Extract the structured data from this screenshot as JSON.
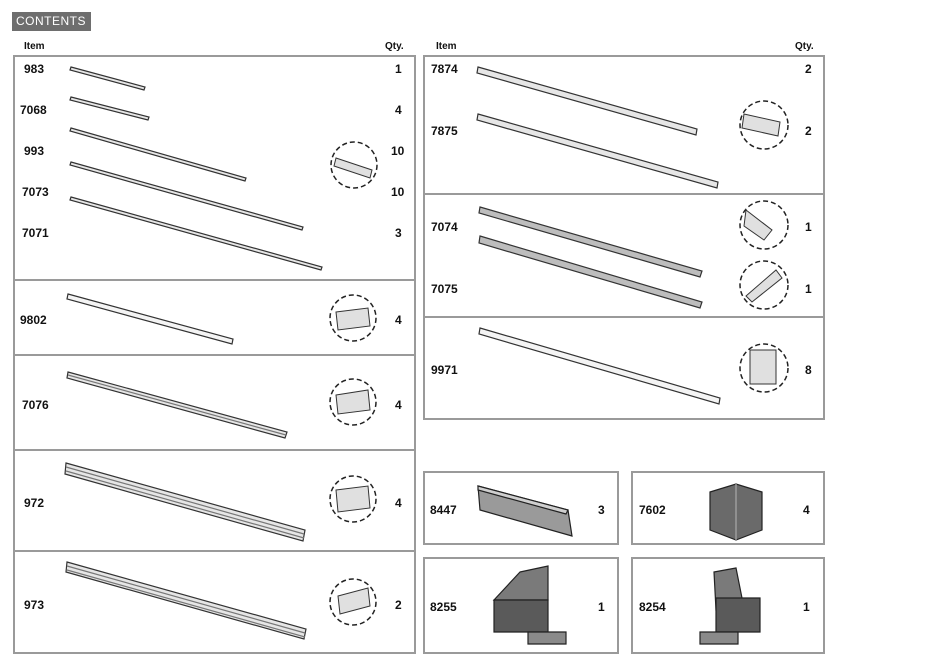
{
  "header": {
    "tag": "CONTENTS"
  },
  "columns": {
    "item": "Item",
    "qty": "Qty."
  },
  "left_items": [
    {
      "code": "983",
      "qty": "1"
    },
    {
      "code": "7068",
      "qty": "4"
    },
    {
      "code": "993",
      "qty": "10"
    },
    {
      "code": "7073",
      "qty": "10"
    },
    {
      "code": "7071",
      "qty": "3"
    },
    {
      "code": "9802",
      "qty": "4"
    },
    {
      "code": "7076",
      "qty": "4"
    },
    {
      "code": "972",
      "qty": "4"
    },
    {
      "code": "973",
      "qty": "2"
    }
  ],
  "right_items": [
    {
      "code": "7874",
      "qty": "2"
    },
    {
      "code": "7875",
      "qty": "2"
    },
    {
      "code": "7074",
      "qty": "1"
    },
    {
      "code": "7075",
      "qty": "1"
    },
    {
      "code": "9971",
      "qty": "8"
    }
  ],
  "boxes": [
    {
      "code": "8447",
      "qty": "3"
    },
    {
      "code": "7602",
      "qty": "4"
    },
    {
      "code": "8255",
      "qty": "1"
    },
    {
      "code": "8254",
      "qty": "1"
    }
  ],
  "colors": {
    "border": "#9a9a9a",
    "tag_bg": "#6e6e6e",
    "part_fill": "#d9d9d9",
    "part_dark": "#555555"
  }
}
